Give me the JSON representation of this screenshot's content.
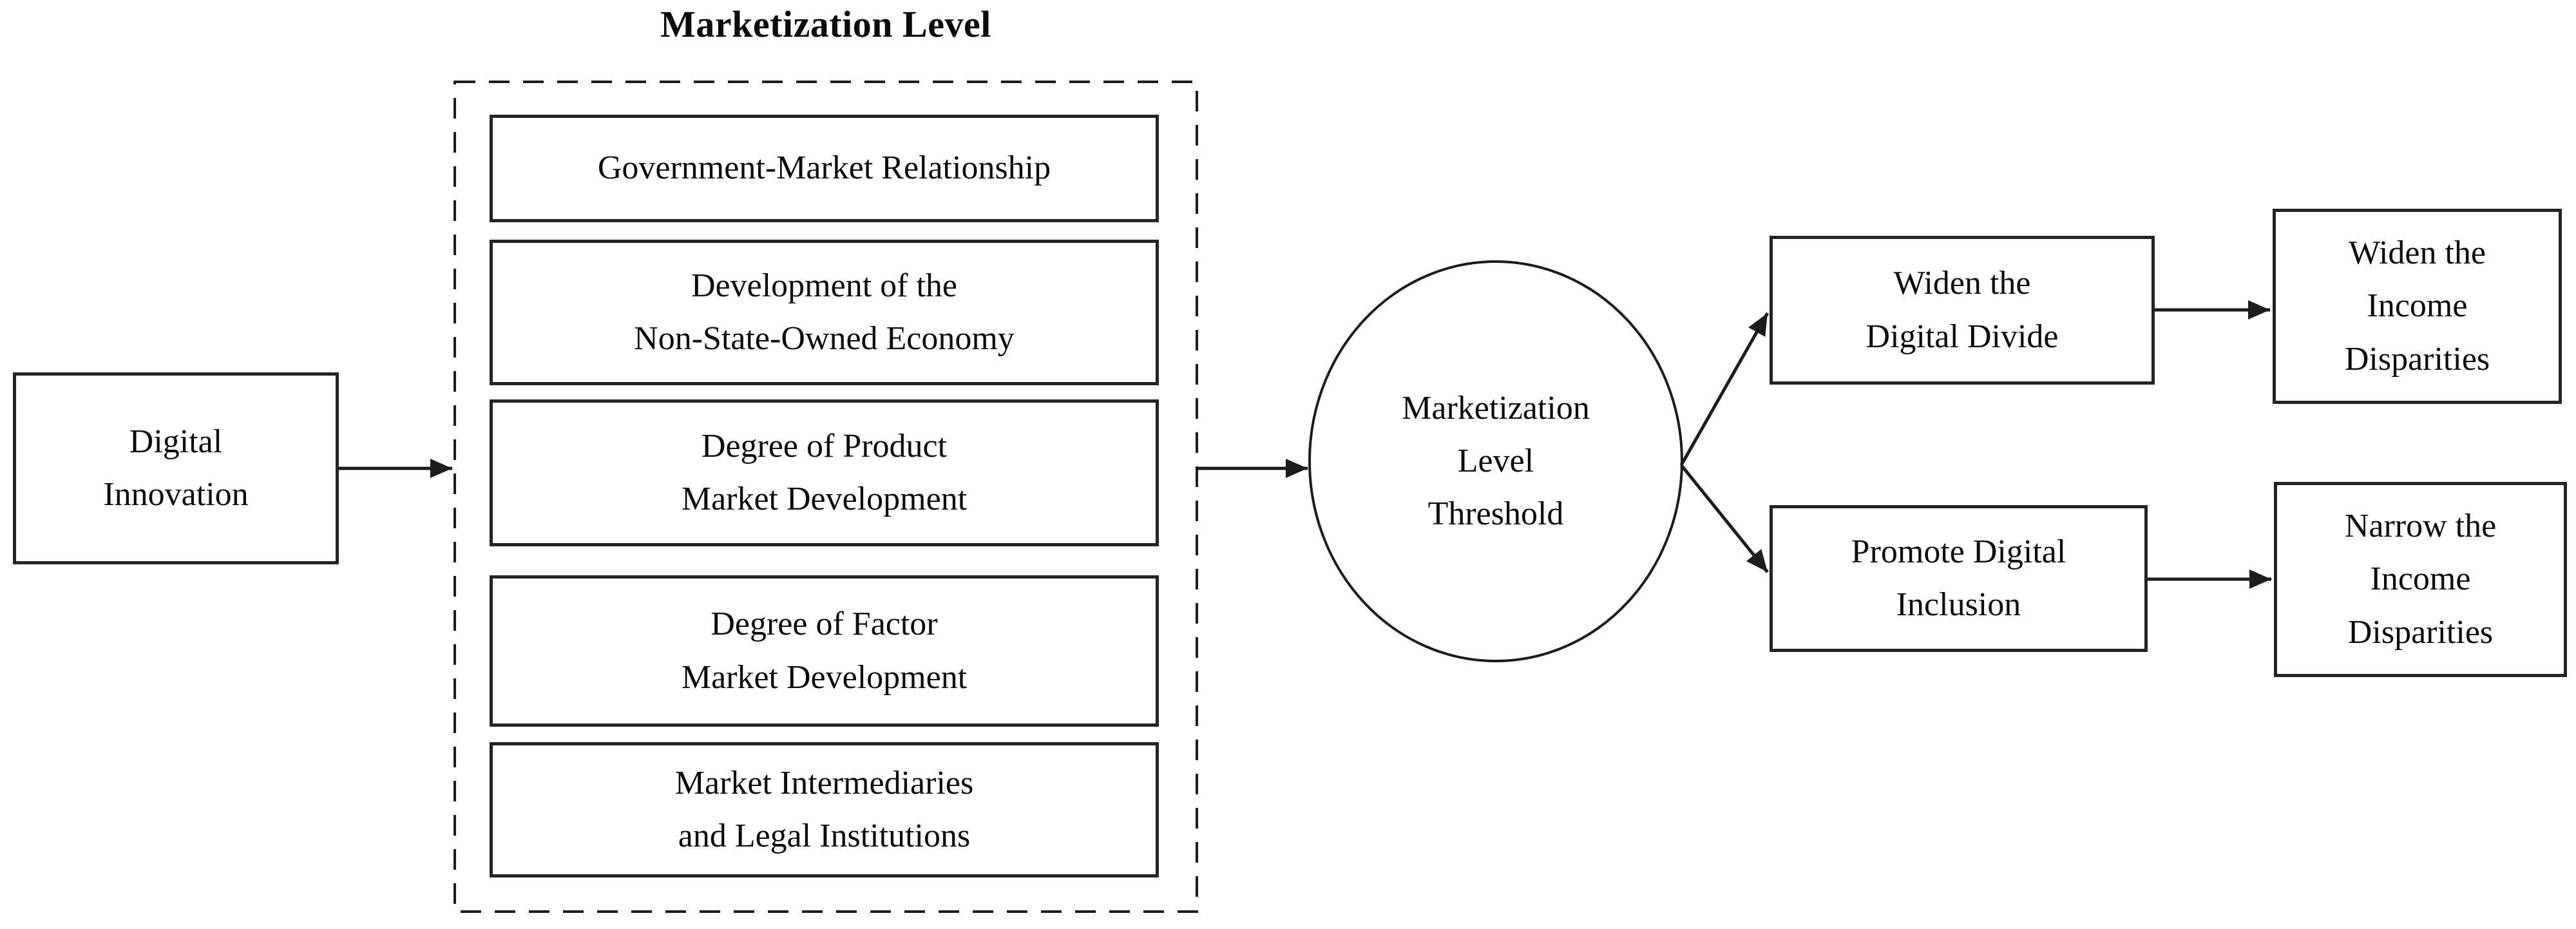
{
  "title": "Marketization Level",
  "nodes": {
    "digital_innovation": "Digital\nInnovation",
    "gov_market": "Government-Market Relationship",
    "non_state_economy": "Development of the\nNon-State-Owned Economy",
    "product_market": "Degree of Product\nMarket Development",
    "factor_market": "Degree of Factor\nMarket Development",
    "intermediaries": "Market Intermediaries\nand Legal Institutions",
    "threshold": "Marketization\nLevel\nThreshold",
    "widen_divide": "Widen the\nDigital Divide",
    "promote_inclusion": "Promote Digital\nInclusion",
    "widen_disparities": "Widen the\nIncome\nDisparities",
    "narrow_disparities": "Narrow the\nIncome\nDisparities"
  },
  "colors": {
    "stroke": "#1c1c1c",
    "border": "#242424",
    "text": "#0b0b0b",
    "background": "#ffffff"
  }
}
